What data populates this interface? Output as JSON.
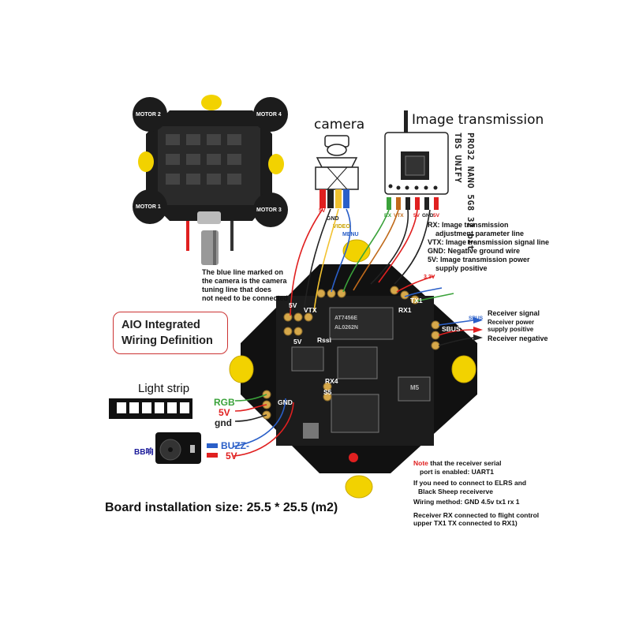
{
  "camera_label": "camera",
  "image_transmission_label": "Image transmission",
  "vtx_model_line1": "TBS UNIFY",
  "vtx_model_line2": "PRO32 NANO 5G8 32 bit",
  "motors": [
    "MOTOR 2",
    "MOTOR 4",
    "MOTOR 1",
    "MOTOR 3"
  ],
  "camera_pins": [
    "5V",
    "GND",
    "VIDEO",
    "MENU"
  ],
  "vtx_pins": [
    "RX",
    "VTX",
    "5V",
    "GND",
    "5V"
  ],
  "vtx_pin_notes": [
    "RX: Image transmission",
    "adjustment parameter line",
    "VTX: Image transmission signal line",
    "GND: Negative ground wire",
    "5V: Image transmission power",
    "supply positive"
  ],
  "blue_line_note": [
    "The blue line marked on",
    "the camera is the camera",
    "tuning line that does",
    "not need to be connected"
  ],
  "aio_title": [
    "AIO Integrated",
    "Wiring Definition"
  ],
  "light_strip_label": "Light strip",
  "led_wires": {
    "rgb": "RGB",
    "v5": "5V",
    "gnd": "gnd"
  },
  "buzzer_label": "BB响",
  "buzzer_wires": {
    "buzz": "BUZZ-",
    "v5": "5V"
  },
  "receiver": {
    "signal": "Receiver signal",
    "power": [
      "Receiver power",
      "supply positive"
    ],
    "negative": "Receiver negative"
  },
  "board_pads": {
    "v5": "5V",
    "vtx": "VTX",
    "rx1": "RX1",
    "tx1": "TX1",
    "rssi": "Rssi",
    "sbus": "SBUS",
    "rx4": "RX4",
    "s5": "S5",
    "gnd": "GND",
    "v33": "3.3V"
  },
  "chip_marks": [
    "AT7456E",
    "AL0262N",
    "M5"
  ],
  "note_block": {
    "note_word": "Note",
    "note_rest": " that the receiver serial",
    "lines": [
      "port is enabled: UART1",
      "If you need to connect to ELRS and",
      "Black Sheep receiverve",
      "Wiring method: GND 4.5v tx1 rx 1",
      "Receiver RX connected to flight control",
      "upper TX1 TX connected to RX1)"
    ]
  },
  "board_size_caption": "Board installation size: 25.5 * 25.5 (m2)",
  "colors": {
    "red": "#e02020",
    "yellow": "#f2c230",
    "blue": "#2a5fc8",
    "green": "#3aa23a",
    "brown": "#c06a1a",
    "black": "#222222",
    "board": "#1c1c1c",
    "accent": "#cc3333"
  }
}
